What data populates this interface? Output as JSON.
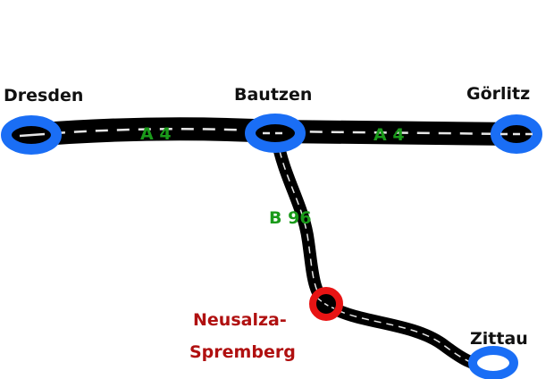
{
  "colors": {
    "road": "#000000",
    "road_marking": "#e6e6e6",
    "city_ring": "#1a6ef5",
    "highlight_ring": "#e81414",
    "road_label": "#1a9a1a",
    "city_label": "#111111",
    "highlight_label": "#b01010"
  },
  "cities": {
    "dresden": "Dresden",
    "bautzen": "Bautzen",
    "goerlitz": "Görlitz",
    "zittau": "Zittau",
    "neusalza_line1": "Neusalza-",
    "neusalza_line2": "Spremberg"
  },
  "roads": {
    "a4_west": "A 4",
    "a4_east": "A 4",
    "b96": "B 96"
  }
}
